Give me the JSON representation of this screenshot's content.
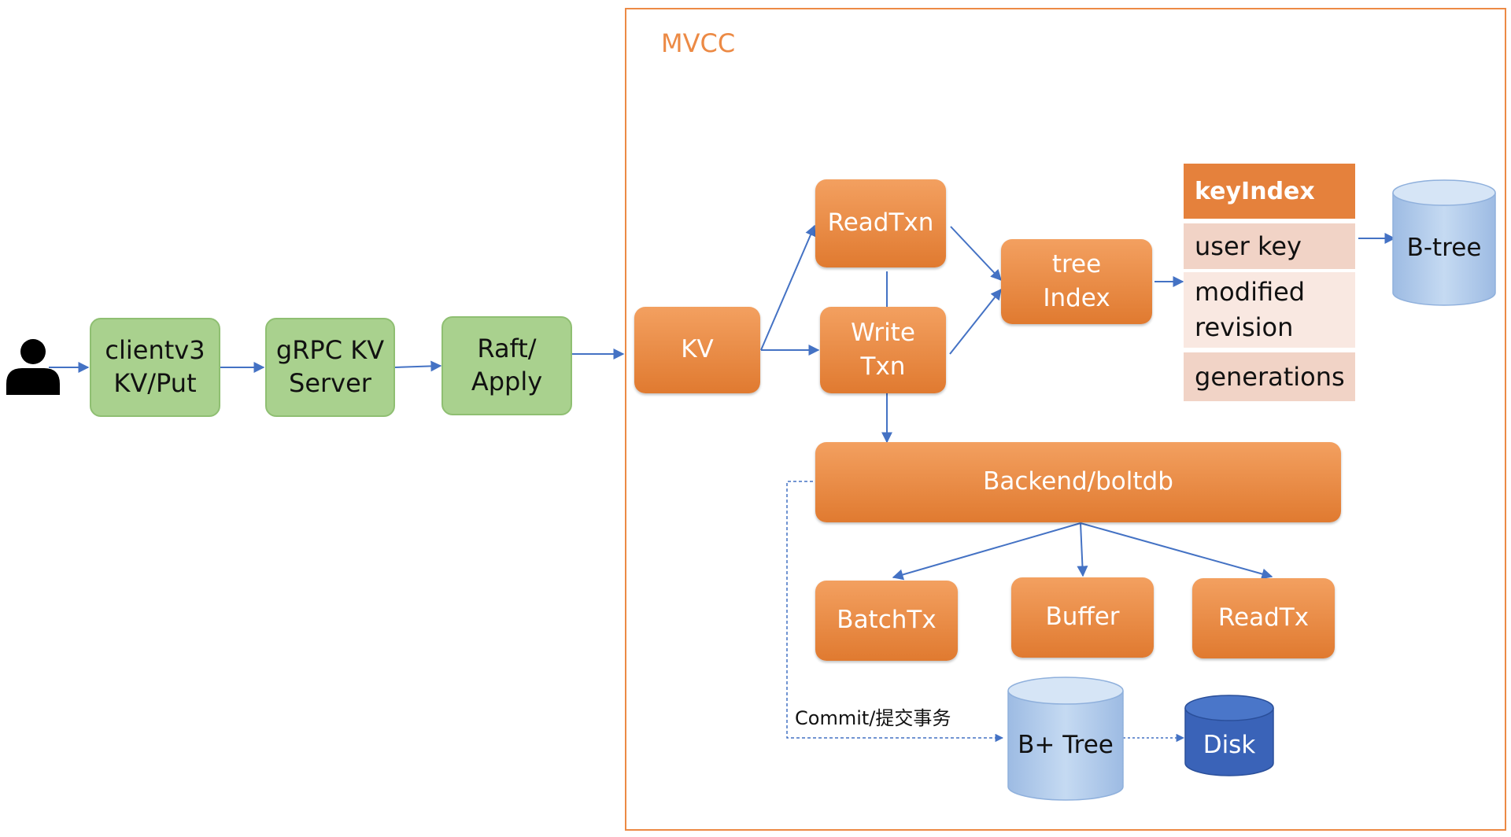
{
  "diagram": {
    "mvcc_title": "MVCC",
    "client": {
      "line1": "clientv3",
      "line2": "KV/Put"
    },
    "grpc": {
      "line1": "gRPC KV",
      "line2": "Server"
    },
    "raft": {
      "line1": "Raft/",
      "line2": "Apply"
    },
    "kv": "KV",
    "readtxn": "ReadTxn",
    "writetxn": {
      "line1": "Write",
      "line2": "Txn"
    },
    "treeindex": {
      "line1": "tree",
      "line2": "Index"
    },
    "keyindex": {
      "header": "keyIndex",
      "rows": [
        "user key",
        "modified revision",
        "generations"
      ],
      "modified_line1": "modified",
      "modified_line2": "revision"
    },
    "btree": "B-tree",
    "backend": "Backend/boltdb",
    "batchtx": "BatchTx",
    "buffer": "Buffer",
    "readtx": "ReadTx",
    "commit_note": "Commit/提交事务",
    "bplustree": "B+ Tree",
    "disk": "Disk"
  },
  "colors": {
    "green_box": "#a9d18e",
    "orange_box": "#e98a45",
    "mvcc_border": "#ec8a45",
    "arrow": "#4472c4",
    "cylinder_light": "#b7cfe9",
    "cylinder_dark": "#3a63b8",
    "keyindex_header": "#e5813c",
    "keyindex_row_dark": "#f1d3c6",
    "keyindex_row_light": "#f9e8e1"
  }
}
